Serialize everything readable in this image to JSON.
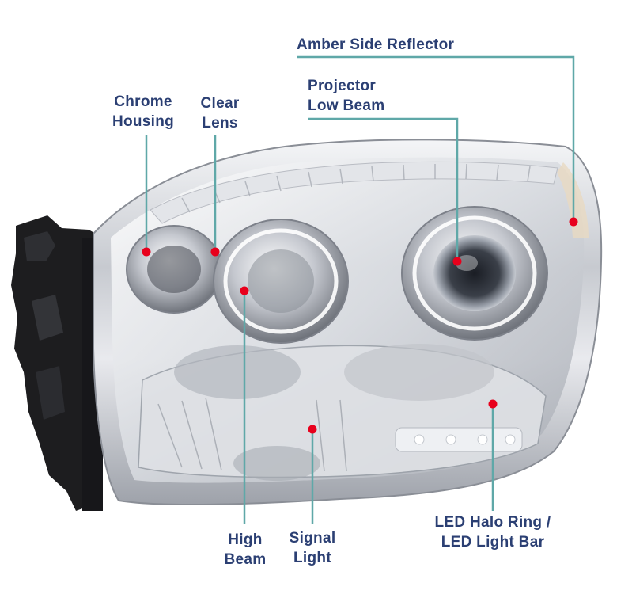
{
  "colors": {
    "label_text": "#2b3f73",
    "leader_line": "#5fa8a8",
    "marker": "#e8001c",
    "housing_chrome": "#c9ccd1",
    "bracket": "#1d1d1f"
  },
  "labels": {
    "amber_side_reflector": "Amber Side Reflector",
    "projector_low_beam": [
      "Projector",
      "Low Beam"
    ],
    "chrome_housing": [
      "Chrome",
      "Housing"
    ],
    "clear_lens": [
      "Clear",
      "Lens"
    ],
    "high_beam": [
      "High",
      "Beam"
    ],
    "signal_light": [
      "Signal",
      "Light"
    ],
    "led_halo_ring": [
      "LED Halo Ring /",
      "LED Light Bar"
    ]
  }
}
